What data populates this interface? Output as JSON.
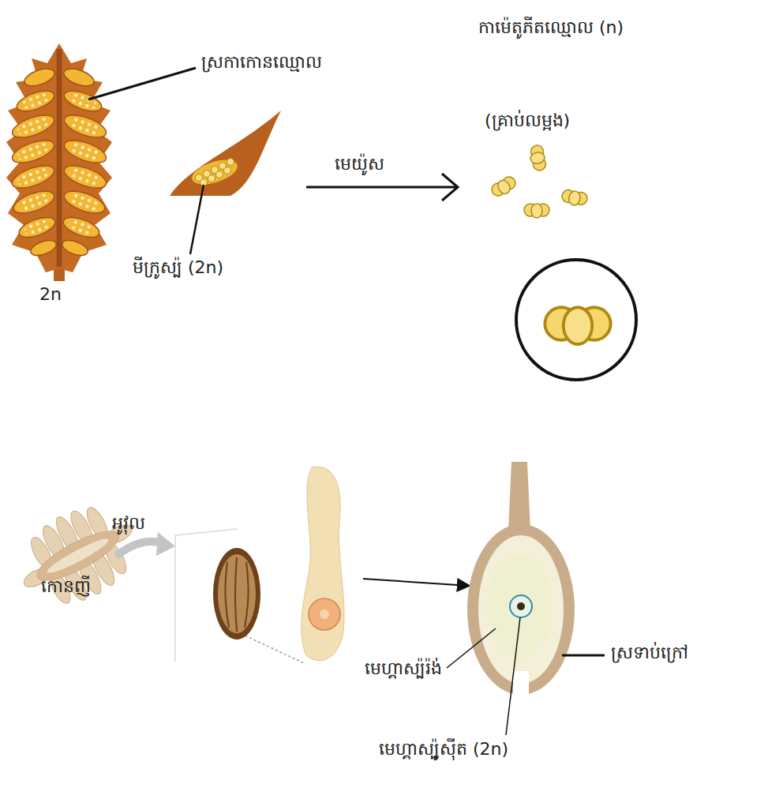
{
  "diagram": {
    "labels": [
      "ស្រកាកោនឈ្មោល",
      "កាម៉េតូភីតឈ្មោល (n)",
      "(គ្រាប់លម្អង)",
      "មេយ៉ូស",
      "មីក្រូស្ប៉ (2n)",
      "2n",
      "អូវុល",
      "កោនញី",
      "ស្រទាប់ក្រៅ",
      "មេហ្គាស្ប៉រ៉ង់",
      "មេហ្គាស្ប៉ូស៊ីត (2n)"
    ]
  }
}
